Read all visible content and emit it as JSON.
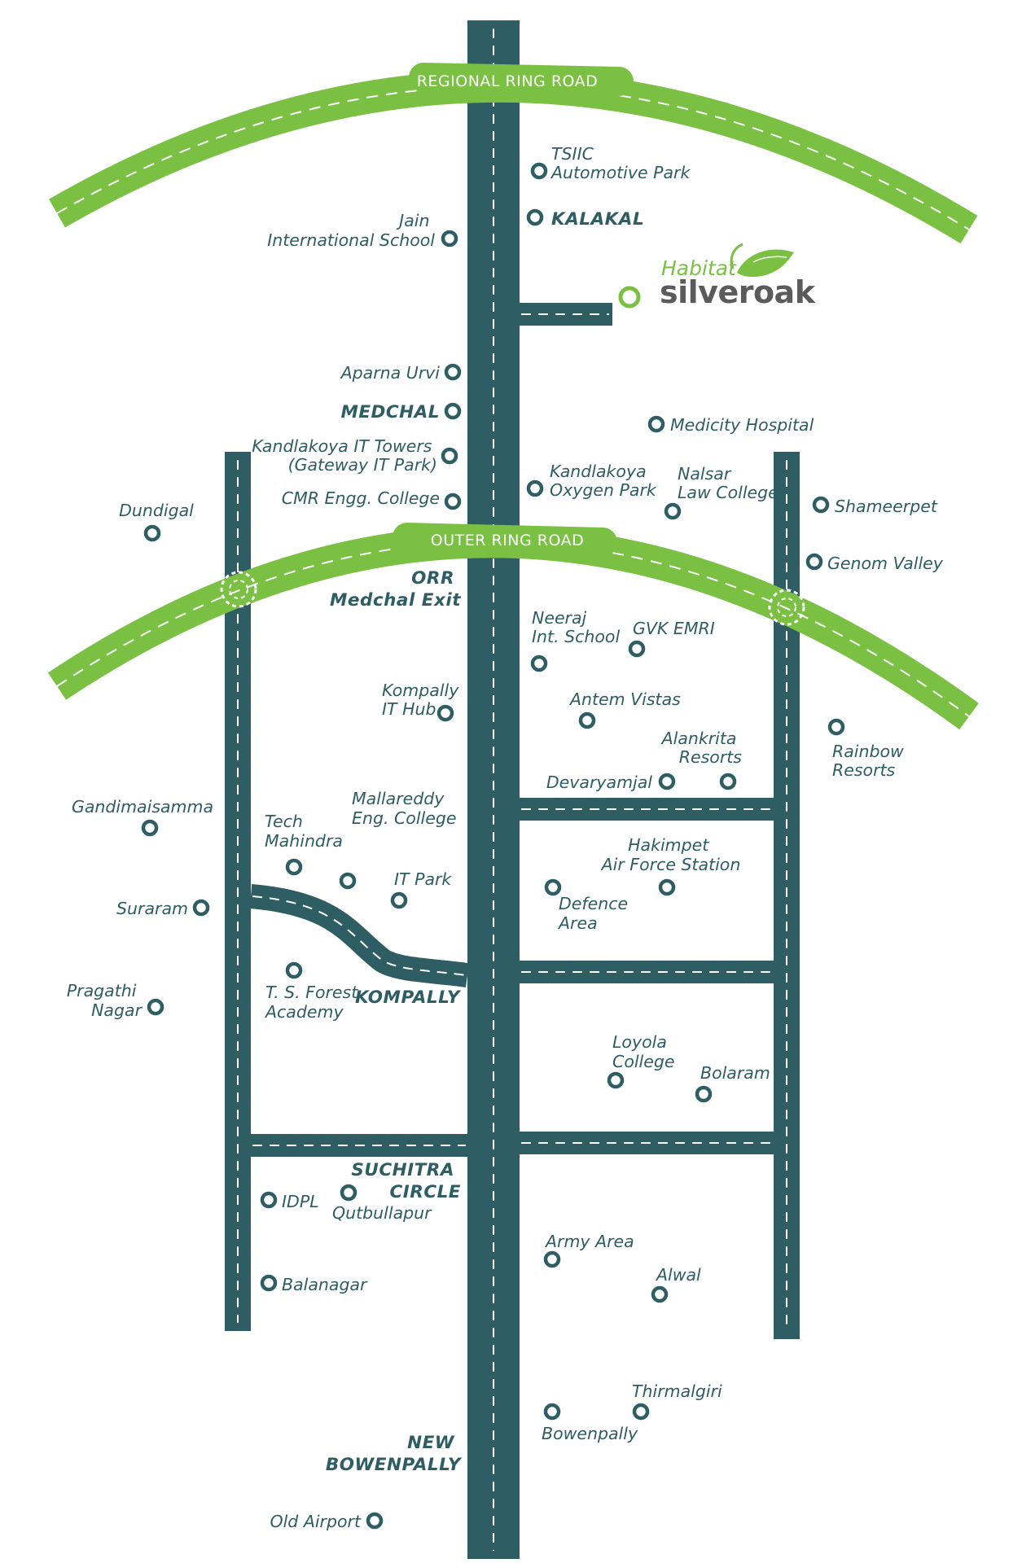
{
  "colors": {
    "road": "#2e5d63",
    "ring_road": "#7ac143",
    "text": "#2e5d63",
    "brand_green": "#7ac143",
    "brand_grey": "#5b5b5b"
  },
  "ring_roads": {
    "regional": "REGIONAL RING ROAD",
    "outer": "OUTER RING ROAD"
  },
  "project": {
    "brand_prefix": "Habitat",
    "brand_name": "silveroak",
    "icon": "oak-leaf-icon"
  },
  "places": {
    "tsiic": [
      "TSIIC",
      "Automotive Park"
    ],
    "kalakal": [
      "KALAKAL"
    ],
    "jain": [
      "Jain",
      "International School"
    ],
    "aparna": [
      "Aparna Urvi"
    ],
    "medchal": [
      "MEDCHAL"
    ],
    "medicity": [
      "Medicity Hospital"
    ],
    "kandlakoya_it": [
      "Kandlakoya IT Towers",
      "(Gateway IT Park)"
    ],
    "kandlakoya_oxy": [
      "Kandlakoya",
      "Oxygen Park"
    ],
    "nalsar": [
      "Nalsar",
      "Law College"
    ],
    "cmr": [
      "CMR Engg. College"
    ],
    "dundigal": [
      "Dundigal"
    ],
    "shameerpet": [
      "Shameerpet"
    ],
    "genom": [
      "Genom Valley"
    ],
    "orr_medchal": [
      "ORR",
      "Medchal Exit"
    ],
    "neeraj": [
      "Neeraj",
      "Int. School"
    ],
    "gvk": [
      "GVK EMRI"
    ],
    "kompally_it": [
      "Kompally",
      "IT Hub"
    ],
    "antem": [
      "Antem Vistas"
    ],
    "rainbow": [
      "Rainbow",
      "Resorts"
    ],
    "alankrita": [
      "Alankrita",
      "Resorts"
    ],
    "devaryamjal": [
      "Devaryamjal"
    ],
    "gandimaisamma": [
      "Gandimaisamma"
    ],
    "tech_mahindra": [
      "Tech",
      "Mahindra"
    ],
    "mallareddy": [
      "Mallareddy",
      "Eng. College"
    ],
    "hakimpet": [
      "Hakimpet",
      "Air Force Station"
    ],
    "it_park": [
      "IT Park"
    ],
    "defence": [
      "Defence",
      "Area"
    ],
    "suraram": [
      "Suraram"
    ],
    "ts_forest": [
      "T. S. Forest",
      "Academy"
    ],
    "kompally": [
      "KOMPALLY"
    ],
    "pragathi": [
      "Pragathi",
      "Nagar"
    ],
    "loyola": [
      "Loyola",
      "College"
    ],
    "bolaram": [
      "Bolaram"
    ],
    "suchitra": [
      "SUCHITRA",
      "CIRCLE"
    ],
    "idpl": [
      "IDPL"
    ],
    "qutbullapur": [
      "Qutbullapur"
    ],
    "army": [
      "Army Area"
    ],
    "alwal": [
      "Alwal"
    ],
    "balanagar": [
      "Balanagar"
    ],
    "thirmalgiri": [
      "Thirmalgiri"
    ],
    "bowenpally": [
      "Bowenpally"
    ],
    "new_bowenpally": [
      "NEW",
      "BOWENPALLY"
    ],
    "old_airport": [
      "Old Airport"
    ]
  }
}
